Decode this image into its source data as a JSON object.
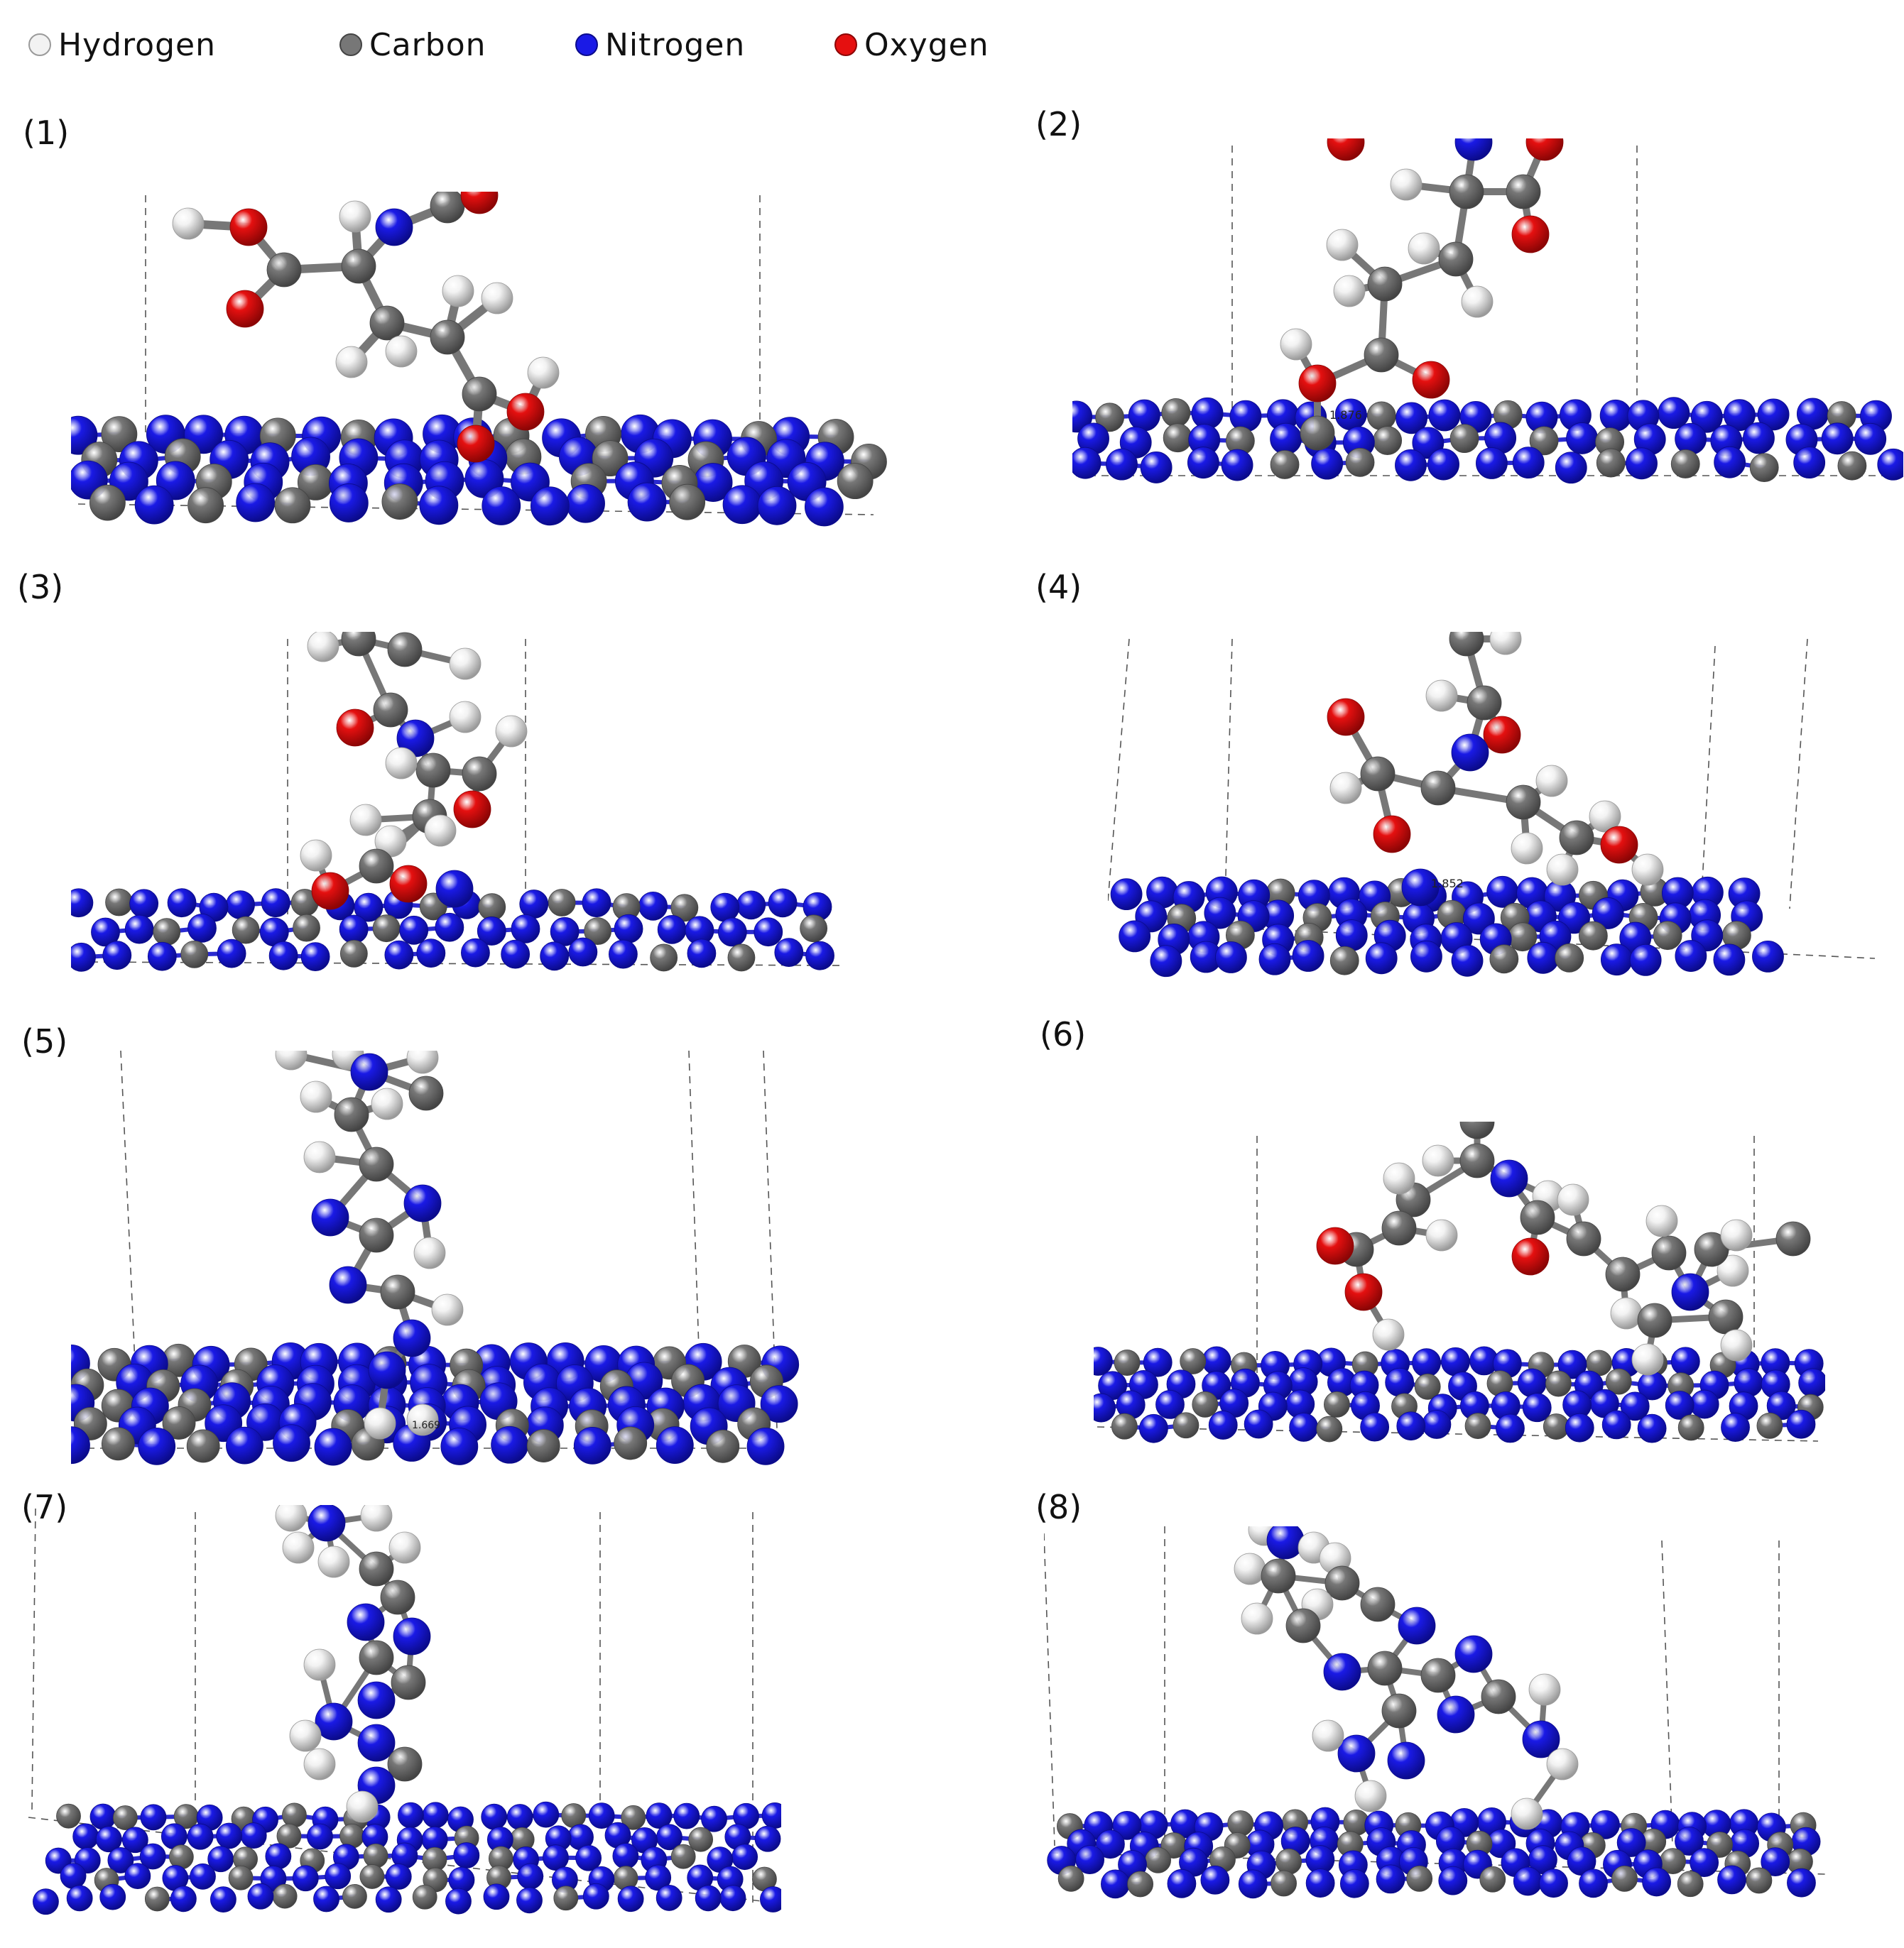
{
  "legend": [
    {
      "label": "Hydrogen",
      "color": "#f2f2f2",
      "stroke": "#9a9a9a"
    },
    {
      "label": "Carbon",
      "color": "#777777",
      "stroke": "#444444"
    },
    {
      "label": "Nitrogen",
      "color": "#1a1ae6",
      "stroke": "#0b0b8c"
    },
    {
      "label": "Oxygen",
      "color": "#e51010",
      "stroke": "#8c0505"
    }
  ],
  "panels": [
    {
      "label": "(1)",
      "annotation": ""
    },
    {
      "label": "(2)",
      "annotation": "1.876"
    },
    {
      "label": "(3)",
      "annotation": ""
    },
    {
      "label": "(4)",
      "annotation": "1.852"
    },
    {
      "label": "(5)",
      "annotation": "1.669"
    },
    {
      "label": "(6)",
      "annotation": ""
    },
    {
      "label": "(7)",
      "annotation": ""
    },
    {
      "label": "(8)",
      "annotation": ""
    }
  ]
}
